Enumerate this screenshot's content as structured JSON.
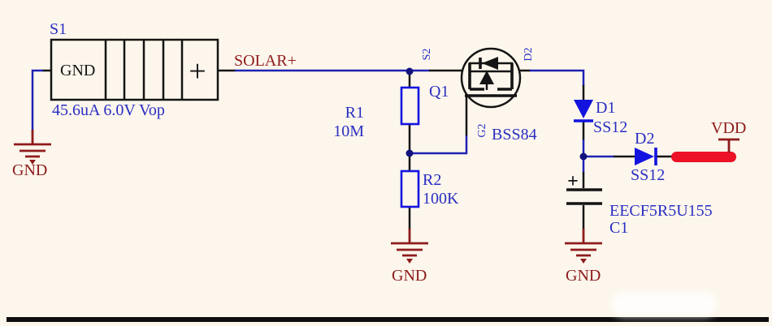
{
  "colors": {
    "background": "#fcf6ec",
    "wire_blue": "#1e22b4",
    "component_blue": "#1313e0",
    "label_blue": "#2a2ec2",
    "net_red": "#8e1b1b",
    "power_bar_red": "#ec1126",
    "black": "#141414"
  },
  "solar_panel": {
    "designator": "S1",
    "terminal_label": "GND",
    "spec": "45.6uA 6.0V Vop",
    "plus": "+"
  },
  "nets": {
    "solar_plus": "SOLAR+",
    "vdd": "VDD"
  },
  "grounds": {
    "left": "GND",
    "middle": "GND",
    "right": "GND"
  },
  "mosfet": {
    "designator": "Q1",
    "part": "BSS84",
    "pin_source": "S2",
    "pin_gate": "G2",
    "pin_drain": "D2"
  },
  "resistors": {
    "r1": {
      "designator": "R1",
      "value": "10M"
    },
    "r2": {
      "designator": "R2",
      "value": "100K"
    }
  },
  "diodes": {
    "d1": {
      "designator": "D1",
      "part": "SS12"
    },
    "d2": {
      "designator": "D2",
      "part": "SS12"
    }
  },
  "capacitor": {
    "designator": "C1",
    "part": "EECF5R5U155",
    "plus": "+"
  }
}
